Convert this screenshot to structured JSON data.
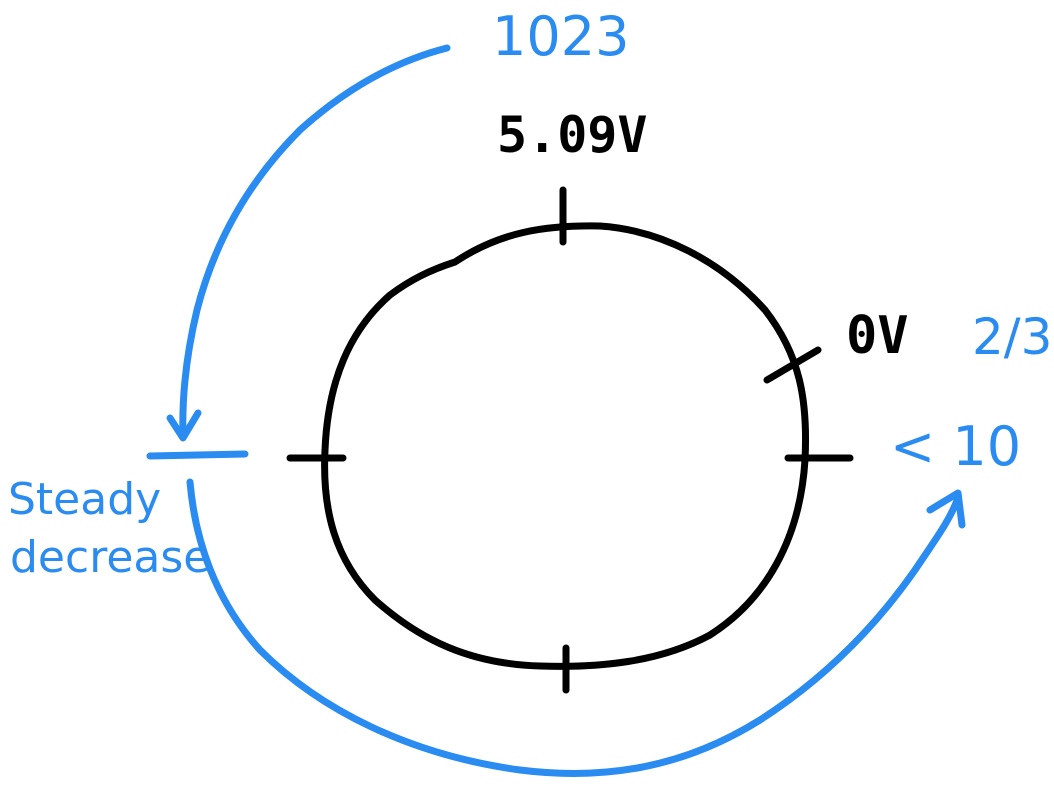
{
  "labels": {
    "top_count": "1023",
    "top_voltage": "5.09V",
    "right_voltage": "0V",
    "right_fraction": "2/3",
    "right_threshold": "< 10",
    "left_note_line1": "Steady",
    "left_note_line2": "decrease"
  },
  "colors": {
    "ink": "#000000",
    "accent": "#2a8cf0"
  }
}
